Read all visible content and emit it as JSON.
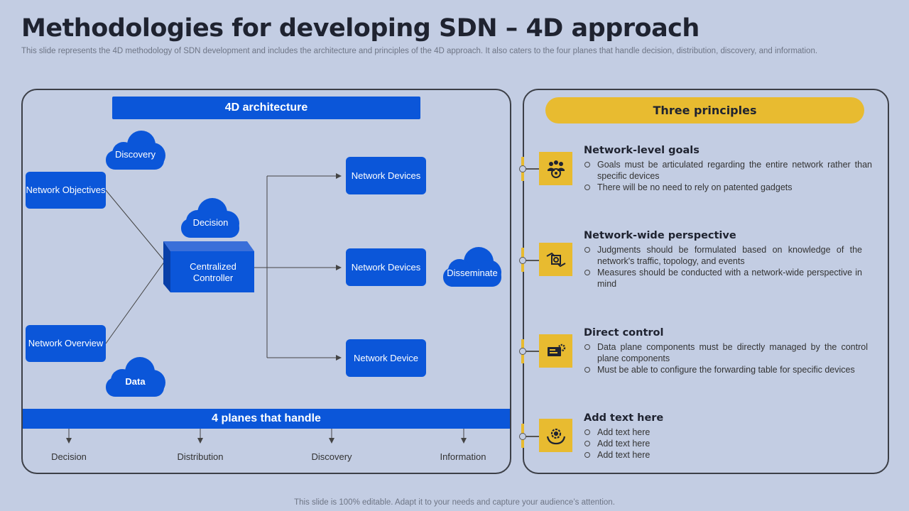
{
  "title": "Methodologies for developing SDN – 4D approach",
  "subtitle": "This slide represents the 4D methodology of SDN development and includes the architecture and principles of the 4D approach. It also caters to the four planes that handle decision, distribution, discovery, and information.",
  "footer": "This slide is 100% editable. Adapt it to your needs and capture your audience’s attention.",
  "architecture": {
    "header": "4D architecture",
    "clouds": {
      "discovery": "Discovery",
      "decision": "Decision",
      "disseminate": "Disseminate",
      "data": "Data"
    },
    "network_objectives": "Network Objectives",
    "network_overview": "Network Overview",
    "controller": "Centralized Controller",
    "devices": [
      "Network Devices",
      "Network Devices",
      "Network Device"
    ],
    "planes_header": "4 planes that handle",
    "planes": [
      "Decision",
      "Distribution",
      "Discovery",
      "Information"
    ]
  },
  "principles": {
    "header": "Three principles",
    "items": [
      {
        "title": "Network-level goals",
        "icon": "team-target-icon",
        "points": [
          "Goals must be articulated regarding the entire network rather than specific devices",
          "There will be no need to rely on patented gadgets"
        ]
      },
      {
        "title": "Network-wide perspective",
        "icon": "perspective-hands-icon",
        "points": [
          "Judgments should be formulated based on knowledge of the network's traffic, topology, and events",
          "Measures should be conducted with a network-wide perspective in mind"
        ]
      },
      {
        "title": "Direct control",
        "icon": "control-card-gear-icon",
        "points": [
          "Data plane components must be directly managed by the control plane components",
          "Must be able to configure the forwarding table for specific devices"
        ]
      },
      {
        "title": "Add text here",
        "icon": "gear-hands-icon",
        "points": [
          "Add text here",
          "Add text here",
          "Add text here"
        ]
      }
    ]
  },
  "colors": {
    "background": "#c3cde3",
    "blue": "#0b56d9",
    "yellow": "#e8bb30",
    "dark": "#1f2330"
  }
}
